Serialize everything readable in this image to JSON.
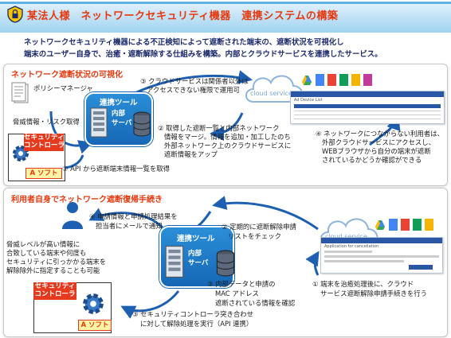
{
  "header": {
    "title": "某法人様　ネットワークセキュリティ機器　連携システムの構築",
    "desc_line1": "ネットワークセキュリティ機器による不正検知によって遮断された端末の、遮断状況を可視化し",
    "desc_line2": "端末のユーザー自身で、治癒・遮断解除する仕組みを構築。内部とクラウドサービスを連携したサービス。"
  },
  "section1": {
    "title": "ネットワーク遮断状況の可視化",
    "policy_manager": "ポリシーマネージャ",
    "threat_info": "脅威情報・リスク取得",
    "step1": "① API から遮断端末情報一覧を取得",
    "step2_l1": "② 取得した遮断一覧と内部ネットワーク",
    "step2_l2": "情報をマージ。情報を追加・加工したのち",
    "step2_l3": "外部ネットワーク上のクラウドサービスに",
    "step2_l4": "遮断情報をアップ",
    "step3_l1": "③ クラウドサービスは関係者以外は",
    "step3_l2": "アクセスできない権限で運用可",
    "step4_l1": "④ ネットワークにつながらない利用者は、",
    "step4_l2": "外部クラウドサービスにアクセスし、",
    "step4_l3": "WEBブラウザから自分の端末が遮断",
    "step4_l4": "されているかどうか確認ができる",
    "cloud": "cloud service",
    "window_title": "Ad Device List",
    "server_title": "連携ツール",
    "server_sub1": "内部",
    "server_sub2": "サーバ",
    "sec_ctrl": "セキュリティ\nコントローラ",
    "asoft": "A ソフト"
  },
  "section2": {
    "title": "利用者自身でネットワーク遮断復帰手続き",
    "left_l1": "脅威レベルが高い情報に",
    "left_l2": "合致している端末や何度も",
    "left_l3": "セキュリティに引っかかる端末を",
    "left_l4": "解除除外に指定することも可能",
    "step1_l1": "① 端末を治癒処理後に、クラウド",
    "step1_l2": "サービス遮断解除申請手続きを行う",
    "step2_l1": "② 定期的に遮断解除申請",
    "step2_l2": "リストをチェック",
    "step3_l1": "③ 内部データと申請の",
    "step3_l2": "MAC アドレス",
    "step3_l3": "遮断されている情報を確認",
    "step3b_l1": "③ セキュリティコントローラ突き合わせ",
    "step3b_l2": "に対して解除処理を実行（API 連携）",
    "step4_l1": "④ 申請情報と申請処理結果を",
    "step4_l2": "担当者にメールで通知",
    "cloud": "cloud service",
    "window_title": "Application for cancellation",
    "server_title": "連携ツール",
    "server_sub1": "内部",
    "server_sub2": "サーバ",
    "sec_ctrl": "セキュリティ\nコントローラ",
    "asoft": "A ソフト"
  },
  "colors": {
    "accent": "#e8380d",
    "navy": "#1c2a6b",
    "server_blue": "#1667b5",
    "header_blue": "#5fb3e4"
  }
}
